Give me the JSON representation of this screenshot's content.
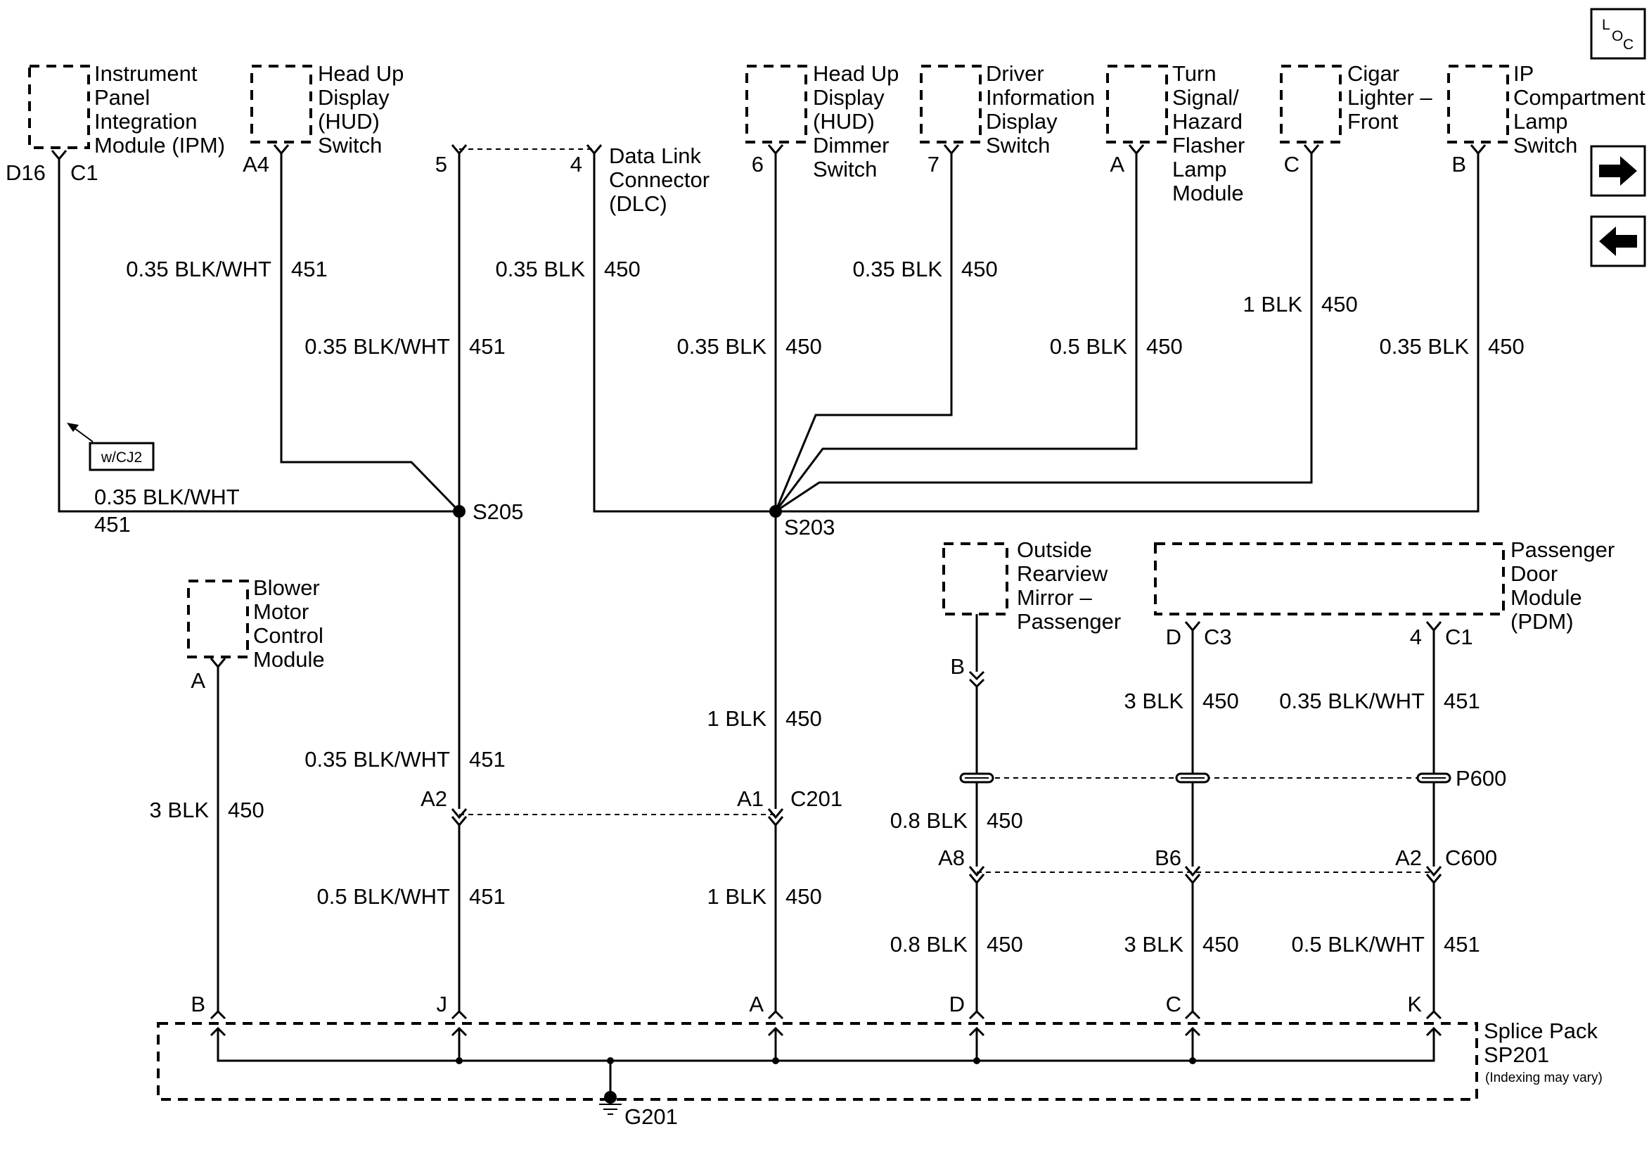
{
  "components": {
    "ipm": [
      "Instrument",
      "Panel",
      "Integration",
      "Module (IPM)"
    ],
    "hud_switch": [
      "Head Up",
      "Display",
      "(HUD)",
      "Switch"
    ],
    "dlc": [
      "Data Link",
      "Connector",
      "(DLC)"
    ],
    "hud_dimmer": [
      "Head Up",
      "Display",
      "(HUD)",
      "Dimmer",
      "Switch"
    ],
    "dic_switch": [
      "Driver",
      "Information",
      "Display",
      "Switch"
    ],
    "flasher": [
      "Turn",
      "Signal/",
      "Hazard",
      "Flasher",
      "Lamp",
      "Module"
    ],
    "cigar": [
      "Cigar",
      "Lighter –",
      "Front"
    ],
    "ip_lamp": [
      "IP",
      "Compartment",
      "Lamp",
      "Switch"
    ],
    "blower": [
      "Blower",
      "Motor",
      "Control",
      "Module"
    ],
    "mirror": [
      "Outside",
      "Rearview",
      "Mirror –",
      "Passenger"
    ],
    "pdm": [
      "Passenger",
      "Door",
      "Module",
      "(PDM)"
    ],
    "splice_pack": [
      "Splice Pack",
      "SP201"
    ],
    "splice_pack_note": "(Indexing may vary)"
  },
  "pins": {
    "ipm_pin": "D16",
    "ipm_conn": "C1",
    "hud_switch": "A4",
    "dlc_5": "5",
    "dlc_4": "4",
    "hud_dimmer": "6",
    "dic_switch": "7",
    "flasher": "A",
    "cigar": "C",
    "ip_lamp": "B",
    "blower": "A",
    "mirror": "B",
    "pdm_d": "D",
    "pdm_c3": "C3",
    "pdm_4": "4",
    "pdm_c1": "C1",
    "c201_a2": "A2",
    "c201_a1": "A1",
    "c600_a8": "A8",
    "c600_b6": "B6",
    "c600_a2": "A2",
    "sp_b": "B",
    "sp_j": "J",
    "sp_a": "A",
    "sp_d": "D",
    "sp_c": "C",
    "sp_k": "K"
  },
  "connectors": {
    "c201": "C201",
    "p600": "P600",
    "c600": "C600",
    "s205": "S205",
    "s203": "S203",
    "g201": "G201",
    "option": "w/CJ2"
  },
  "wires": {
    "w_ipm_color": "0.35 BLK/WHT",
    "w_ipm_circuit": "451",
    "w_hud_color": "0.35 BLK/WHT",
    "w_hud_circuit": "451",
    "w_dlc5_color": "0.35 BLK/WHT",
    "w_dlc5_circuit": "451",
    "w_dlc4_color": "0.35 BLK",
    "w_dlc4_circuit": "450",
    "w_dimmer_color": "0.35 BLK",
    "w_dimmer_circuit": "450",
    "w_dic_color": "0.35 BLK",
    "w_dic_circuit": "450",
    "w_flasher_color": "0.5 BLK",
    "w_flasher_circuit": "450",
    "w_cigar_color": "1 BLK",
    "w_cigar_circuit": "450",
    "w_iplamp_color": "0.35 BLK",
    "w_iplamp_circuit": "450",
    "w_s203_color": "1 BLK",
    "w_s203_circuit": "450",
    "w_s205_color": "0.35 BLK/WHT",
    "w_s205_circuit": "451",
    "w_blower_color": "3 BLK",
    "w_blower_circuit": "450",
    "w_j_color": "0.5 BLK/WHT",
    "w_j_circuit": "451",
    "w_a_color": "1 BLK",
    "w_a_circuit": "450",
    "w_mirror_top_color": "0.8 BLK",
    "w_mirror_top_circuit": "450",
    "w_mirror_bot_color": "0.8 BLK",
    "w_mirror_bot_circuit": "450",
    "w_pdmd_top_color": "3 BLK",
    "w_pdmd_top_circuit": "450",
    "w_pdmd_bot_color": "3 BLK",
    "w_pdmd_bot_circuit": "450",
    "w_pdm4_top_color": "0.35 BLK/WHT",
    "w_pdm4_top_circuit": "451",
    "w_pdm4_bot_color": "0.5 BLK/WHT",
    "w_pdm4_bot_circuit": "451"
  },
  "nav": {
    "loc_l": "L",
    "loc_o": "O",
    "loc_c": "C",
    "forward_icon": "right-arrow-icon",
    "back_icon": "left-arrow-icon"
  }
}
